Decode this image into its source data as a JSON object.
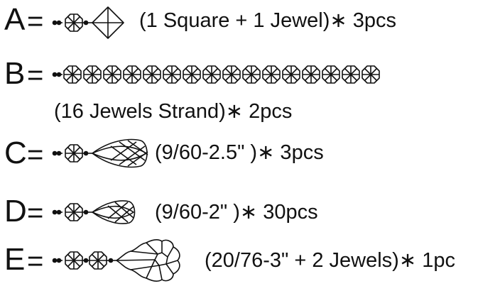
{
  "rows": [
    {
      "letter": "A",
      "eq": "=",
      "desc": "(1 Square + 1 Jewel)∗ 3pcs"
    },
    {
      "letter": "B",
      "eq": "=",
      "desc": "(16 Jewels Strand)∗ 2pcs"
    },
    {
      "letter": "C",
      "eq": "=",
      "desc": "(9/60-2.5\" )∗ 3pcs"
    },
    {
      "letter": "D",
      "eq": "=",
      "desc": "(9/60-2\" )∗ 30pcs"
    },
    {
      "letter": "E",
      "eq": "=",
      "desc": "(20/76-3\" + 2 Jewels)∗ 1pc"
    }
  ],
  "icons": {
    "jewel": "octagon-jewel-icon",
    "square": "diamond-square-icon",
    "teardrop": "teardrop-prism-icon",
    "star_prism": "star-prism-icon"
  }
}
